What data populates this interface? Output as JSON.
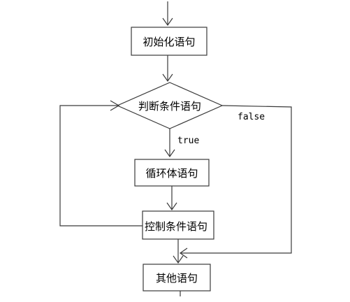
{
  "nodes": {
    "init": {
      "label": "初始化语句"
    },
    "condition": {
      "label": "判断条件语句"
    },
    "body": {
      "label": "循环体语句"
    },
    "control": {
      "label": "控制条件语句"
    },
    "other": {
      "label": "其他语句"
    }
  },
  "edges": {
    "true_label": "true",
    "false_label": "false"
  }
}
